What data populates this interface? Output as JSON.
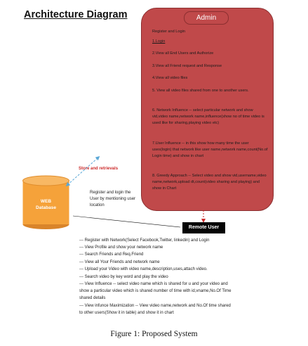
{
  "title": "Architecture Diagram",
  "admin": {
    "label": "Admin",
    "items": [
      "Register and Login",
      "1.Login",
      "2.View all End Users and Authorize",
      "3.View all Friend request and Response",
      "4.View all video files",
      "5. View all video files shared from one to another users.",
      "6. Network Influence -- select particular network and show vid,video name,network name,influence(show no of time video is used like for sharing,playing video etc)",
      "7.User Influence -- in this show how many time the user uses(login) that network like user name,network name,count(No.of Login time) and show in chart",
      "8. Greedy Approach -- Select video and show vid,username,video name,network,upload dt,count(video sharing and playing) and show in Chart"
    ]
  },
  "database": {
    "line1": "WEB",
    "line2": "Database"
  },
  "store_label": "Store and retrievals",
  "register_label": "Register and login the User by mentioning user location",
  "remote_user": {
    "label": "Remote User",
    "items": [
      "--- Register with Network(Select Facebook,Twitter, linkedin) and Login",
      "--- View Profile and show your network name",
      "--- Search Friends and Req.Friend",
      "--- View all Your Friends and network name",
      "--- Upload your Video with video name,description,uses,attach video.",
      "--- Search video by key word and play the video",
      "--- View Influence -- select video name which is shared for u and your video and",
      "show a particular video which is shared number of time with id,vname,No.Of Time",
      "shared details",
      "--- View infunce Maximization -- View video name,network and No.Of time shared",
      "to other users(Show it in table) and show it in chart"
    ]
  },
  "caption": "Figure 1: Proposed System",
  "colors": {
    "admin": "#c0494a",
    "database": "#f5a23a",
    "remote_user": "#050505",
    "store_label": "#cc2b2b",
    "arrow": "#5aa7d6"
  }
}
